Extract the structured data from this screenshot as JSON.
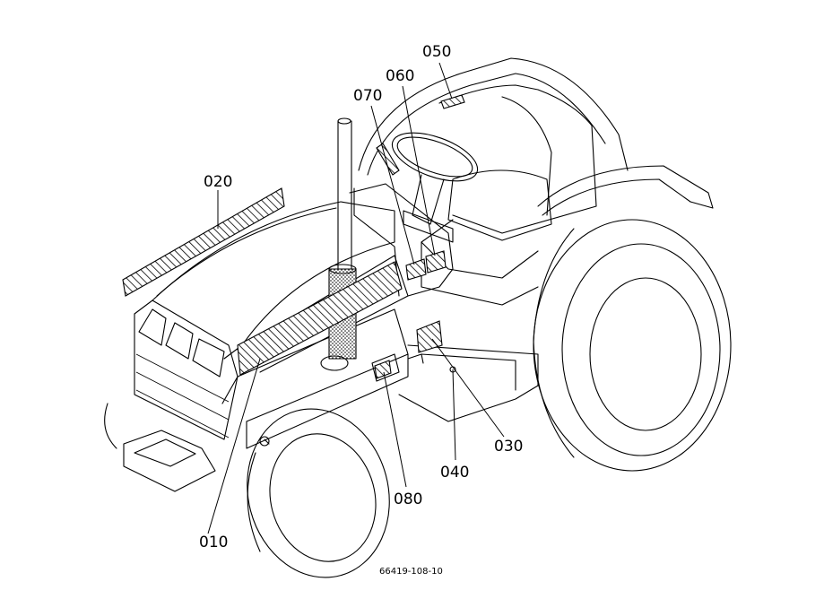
{
  "diagram": {
    "callouts": [
      {
        "id": "010",
        "label": "010"
      },
      {
        "id": "020",
        "label": "020"
      },
      {
        "id": "030",
        "label": "030"
      },
      {
        "id": "040",
        "label": "040"
      },
      {
        "id": "050",
        "label": "050"
      },
      {
        "id": "060",
        "label": "060"
      },
      {
        "id": "070",
        "label": "070"
      },
      {
        "id": "080",
        "label": "080"
      }
    ],
    "reference_code": "66419-108-10"
  }
}
